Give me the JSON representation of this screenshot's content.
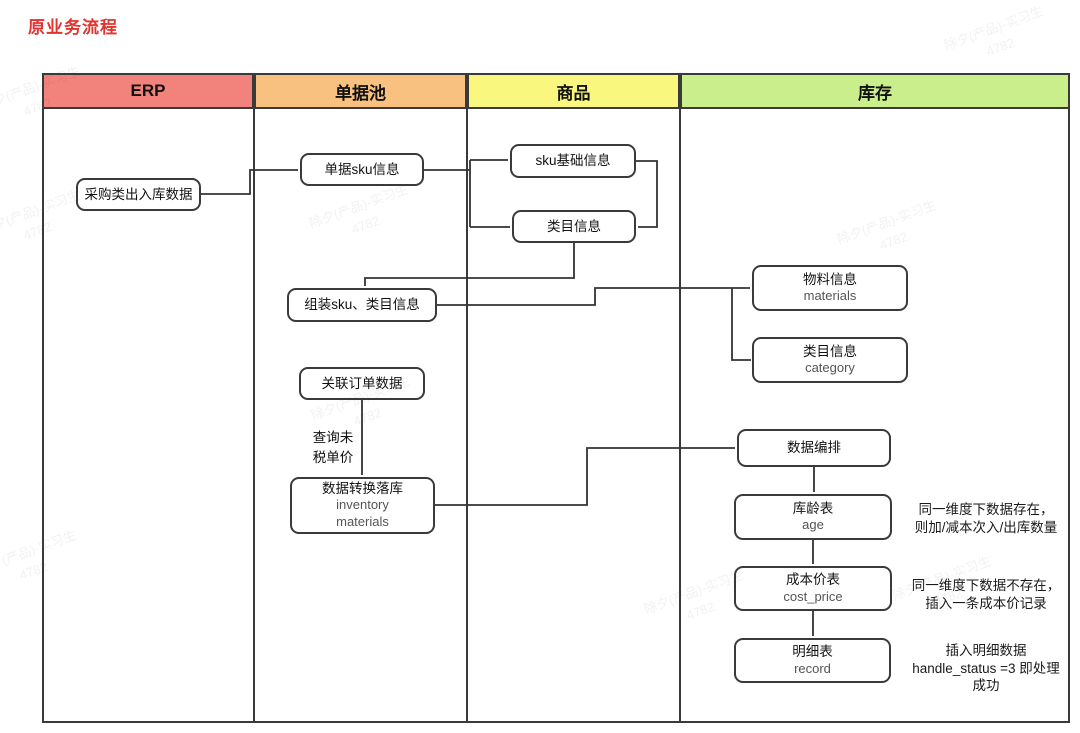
{
  "page": {
    "title": "原业务流程"
  },
  "colors": {
    "title": "#e13430",
    "lane_erp": "#f2827c",
    "lane_pool": "#f8c180",
    "lane_product": "#f9f77d",
    "lane_stock": "#c9ee8b",
    "line": "#333333"
  },
  "lanes": [
    {
      "label": "ERP"
    },
    {
      "label": "单据池"
    },
    {
      "label": "商品"
    },
    {
      "label": "库存"
    }
  ],
  "nodes": {
    "purchase_io_data": {
      "title": "采购类出入库数据"
    },
    "doc_sku_info": {
      "title": "单据sku信息"
    },
    "sku_base_info": {
      "title": "sku基础信息"
    },
    "category_info": {
      "title": "类目信息"
    },
    "assemble_sku_category": {
      "title": "组装sku、类目信息"
    },
    "materials": {
      "title": "物料信息",
      "subtitle": "materials"
    },
    "category": {
      "title": "类目信息",
      "subtitle": "category"
    },
    "related_order_data": {
      "title": "关联订单数据"
    },
    "data_transform": {
      "title": "数据转换落库",
      "subtitle": "inventory\nmaterials"
    },
    "data_orchestration": {
      "title": "数据编排"
    },
    "age_table": {
      "title": "库龄表",
      "subtitle": "age"
    },
    "cost_price_table": {
      "title": "成本价表",
      "subtitle": "cost_price"
    },
    "record_table": {
      "title": "明细表",
      "subtitle": "record"
    }
  },
  "edge_labels": {
    "query_untaxed_price": "查询未\n税单价"
  },
  "annotations": {
    "age_note": "同一维度下数据存在，\n则加/减本次入/出库数量",
    "cost_price_note": "同一维度下数据不存在，\n插入一条成本价记录",
    "record_note": "插入明细数据\nhandle_status =3 即处理\n成功"
  },
  "watermark": {
    "text": "除夕(产品)-实习生\n4782"
  }
}
